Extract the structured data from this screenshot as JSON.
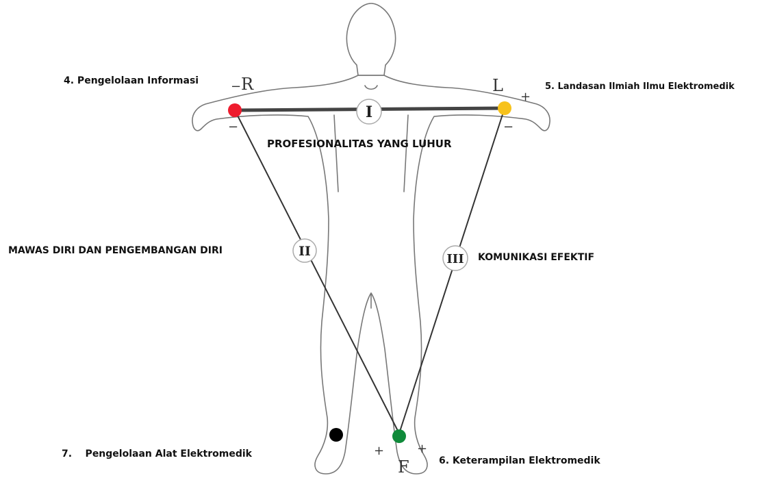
{
  "labels": {
    "top_left": "4. Pengelolaan Informasi",
    "top_right": "5. Landasan Ilmiah Ilmu Elektromedik",
    "center": "PROFESIONALITAS YANG LUHUR",
    "left_mid": "MAWAS DIRI DAN PENGEMBANGAN DIRI",
    "right_mid": "KOMUNIKASI EFEKTIF",
    "bottom_left": "7.    Pengelolaan Alat Elektromedik",
    "bottom_right": "6. Keterampilan Elektromedik"
  },
  "leads": {
    "lead_1": "I",
    "lead_2": "II",
    "lead_3": "III"
  },
  "electrode_letters": {
    "right_arm": "R",
    "left_arm": "L",
    "left_foot": "F"
  },
  "polarity": {
    "minus": "−",
    "plus": "+"
  },
  "colors": {
    "right_arm_electrode": "#ee1c2e",
    "left_arm_electrode": "#f7c21b",
    "left_foot_electrode": "#0f8a3a",
    "right_foot_electrode": "#000000",
    "lead_lines": "#333333",
    "body_outline": "#777777"
  }
}
